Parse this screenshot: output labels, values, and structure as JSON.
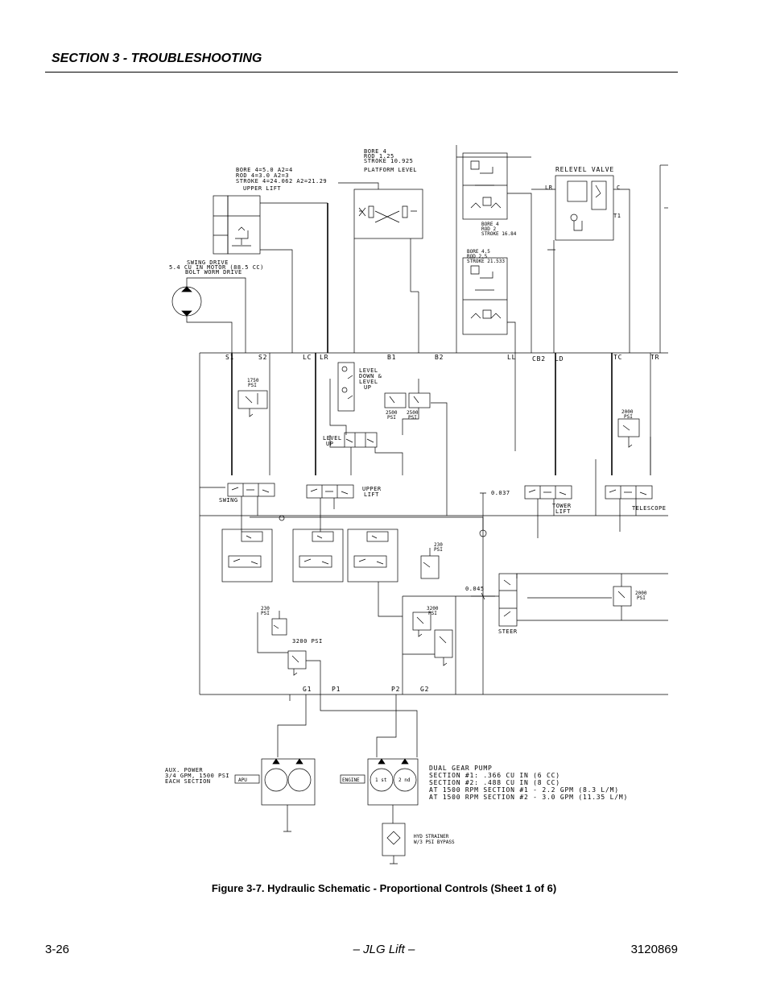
{
  "header": {
    "section_title": "SECTION 3 - TROUBLESHOOTING"
  },
  "caption": "Figure 3-7.  Hydraulic Schematic - Proportional Controls   (Sheet 1 of 6)",
  "footer": {
    "page_number": "3-26",
    "brand": "– JLG Lift –",
    "doc_number": "3120869"
  },
  "schematic": {
    "upper_lift_specs": [
      "BORE  4=5.0  A2=4",
      "ROD   4=3.0  A2=3",
      "STROKE 4=24.062 A2=21.29"
    ],
    "upper_lift_label": "UPPER LIFT",
    "platform_level_specs": [
      "BORE  4",
      "ROD   1.25",
      "STROKE  10.925"
    ],
    "platform_level_label": "PLATFORM LEVEL",
    "relevel_valve_label": "RELEVEL VALVE",
    "relevel_ports": {
      "lr": "LR",
      "c": "C",
      "t1": "T1"
    },
    "cyl_a_specs": [
      "BORE 4",
      "ROD 2",
      "STROKE 16.84"
    ],
    "cyl_b_specs": [
      "BORE 4.5",
      "ROD 2.5",
      "STROKE 21.533"
    ],
    "swing_drive_specs": [
      "SWING DRIVE",
      "5.4 CU IN MOTOR (88.5 CC)",
      "BOLT WORM DRIVE"
    ],
    "ports_top": [
      {
        "id": "s1",
        "label": "S1"
      },
      {
        "id": "s2",
        "label": "S2"
      },
      {
        "id": "lc",
        "label": "LC"
      },
      {
        "id": "lr",
        "label": "LR"
      },
      {
        "id": "b1",
        "label": "B1"
      },
      {
        "id": "b2",
        "label": "B2"
      },
      {
        "id": "ll",
        "label": "LL"
      },
      {
        "id": "cb2",
        "label": "CB2"
      },
      {
        "id": "ld",
        "label": "LD"
      },
      {
        "id": "tc",
        "label": "TC"
      },
      {
        "id": "tr",
        "label": "TR"
      }
    ],
    "level_down_up": [
      "LEVEL",
      "DOWN &",
      "LEVEL",
      "UP"
    ],
    "relief_1750": [
      "1750",
      "PSI"
    ],
    "relief_2500a": [
      "2500",
      "PSI"
    ],
    "relief_2500b": [
      "2500",
      "PSI"
    ],
    "relief_2000a": [
      "2000",
      "PSI"
    ],
    "relief_2000b": [
      "2000",
      "PSI"
    ],
    "level_up": [
      "LEVEL",
      "UP"
    ],
    "valve_swing": "SWING",
    "valve_upper_lift": [
      "UPPER",
      "LIFT"
    ],
    "valve_tower_lift": [
      "TOWER",
      "LIFT"
    ],
    "valve_telescope": "TELESCOPE",
    "valve_steer": "STEER",
    "orifice_037": "0.037",
    "orifice_045": "0.045",
    "relief_230a": [
      "230",
      "PSI"
    ],
    "relief_230b": [
      "230",
      "PSI"
    ],
    "relief_3200a": [
      "3200",
      "PSI"
    ],
    "relief_3200b": "3200 PSI",
    "ports_bottom": [
      {
        "id": "g1",
        "label": "G1"
      },
      {
        "id": "p1",
        "label": "P1"
      },
      {
        "id": "p2",
        "label": "P2"
      },
      {
        "id": "g2",
        "label": "G2"
      }
    ],
    "aux_power_specs": [
      "AUX. POWER",
      "3/4 GPM, 1500 PSI",
      "EACH SECTION"
    ],
    "apu_label": "APU",
    "engine_label": "ENGINE",
    "pump_sections": [
      "1 st",
      "2 nd"
    ],
    "dual_gear_pump_specs": [
      "DUAL GEAR PUMP",
      "SECTION #1: .366 CU IN (6 CC)",
      "SECTION #2: .488 CU IN (8 CC)",
      "AT 1500 RPM SECTION #1 - 2.2 GPM (8.3 L/M)",
      "AT 1500 RPM SECTION #2 - 3.0 GPM (11.35 L/M)"
    ],
    "strainer_specs": [
      "HYD STRAINER",
      "W/3 PSI BYPASS"
    ]
  }
}
